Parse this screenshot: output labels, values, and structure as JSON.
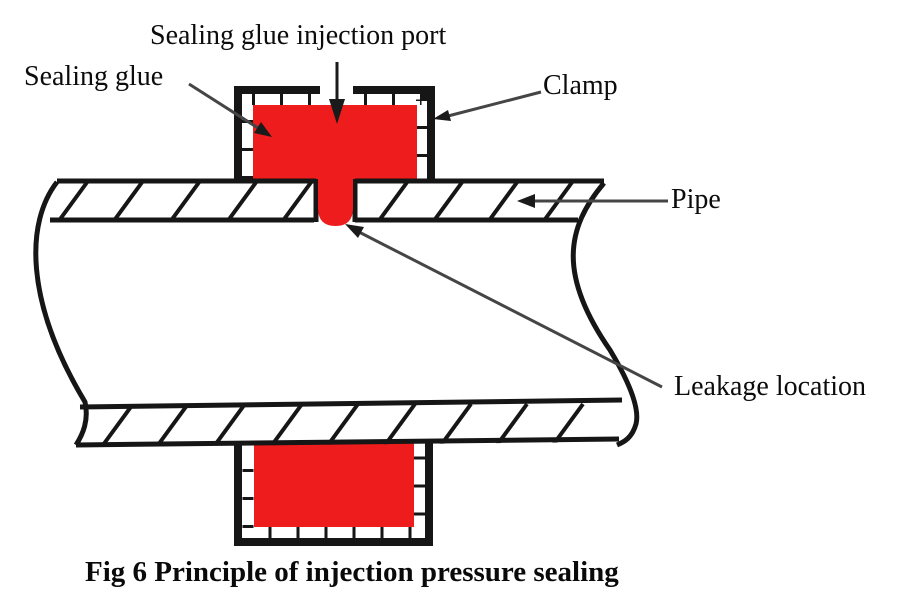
{
  "figure": {
    "caption": "Fig 6 Principle of injection pressure sealing",
    "labels": {
      "injection_port": "Sealing glue injection port",
      "sealing_glue": "Sealing glue",
      "clamp": "Clamp",
      "pipe": "Pipe",
      "leakage_location": "Leakage location"
    },
    "colors": {
      "glue": "#ee1c1c",
      "outline": "#161616",
      "leader_line": "#454545",
      "background": "#ffffff"
    }
  }
}
